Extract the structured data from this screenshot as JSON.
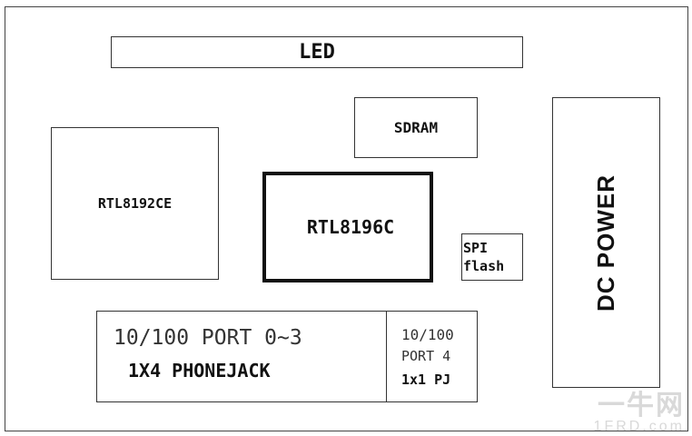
{
  "blocks": {
    "led": "LED",
    "sdram": "SDRAM",
    "rtl8192ce": "RTL8192CE",
    "rtl8196c": "RTL8196C",
    "spi_flash": [
      "SPI",
      "flash"
    ],
    "dc_power": "DC POWER",
    "port_0_3": {
      "line1": "10/100 PORT 0~3",
      "line2": "1X4 PHONEJACK"
    },
    "port_4": {
      "line1": "10/100",
      "line2": "PORT 4",
      "line3": "1x1 PJ"
    }
  },
  "watermark": {
    "line1": "一牛网",
    "line2": "1FRD.com"
  }
}
